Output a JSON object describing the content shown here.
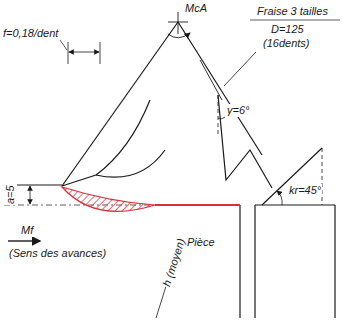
{
  "diagram": {
    "labels": [
      "f=0,18/dent",
      "McA",
      "Fraise 3 tailles",
      "D=125",
      "(16dents)",
      "γ=6°",
      "a=5",
      "Mf",
      "(Sens des avances)",
      "Pièce",
      "h (moyen)",
      "kr=45°"
    ]
  }
}
